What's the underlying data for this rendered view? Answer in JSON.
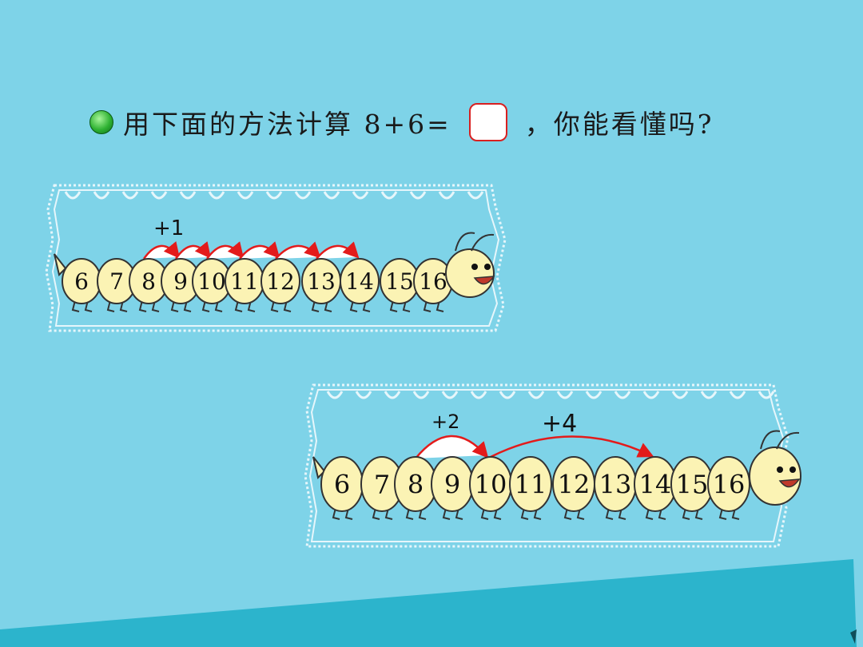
{
  "question": {
    "text": "用下面的方法计算 8+6=",
    "tail": "，你能看懂吗?"
  },
  "caterpillars": [
    {
      "numbers": [
        "6",
        "7",
        "8",
        "9",
        "10",
        "11",
        "12",
        "13",
        "14",
        "15",
        "16"
      ],
      "jump_label": "+1"
    },
    {
      "numbers": [
        "6",
        "7",
        "8",
        "9",
        "10",
        "11",
        "12",
        "13",
        "14",
        "15",
        "16"
      ],
      "jump_labels": [
        "+2",
        "+4"
      ]
    }
  ],
  "colors": {
    "background": "#7ed3e8",
    "segment": "#fbf3b4",
    "arrow": "#e31b1b",
    "blank_border": "#d92020",
    "footer_band": "#2cb4cc"
  }
}
